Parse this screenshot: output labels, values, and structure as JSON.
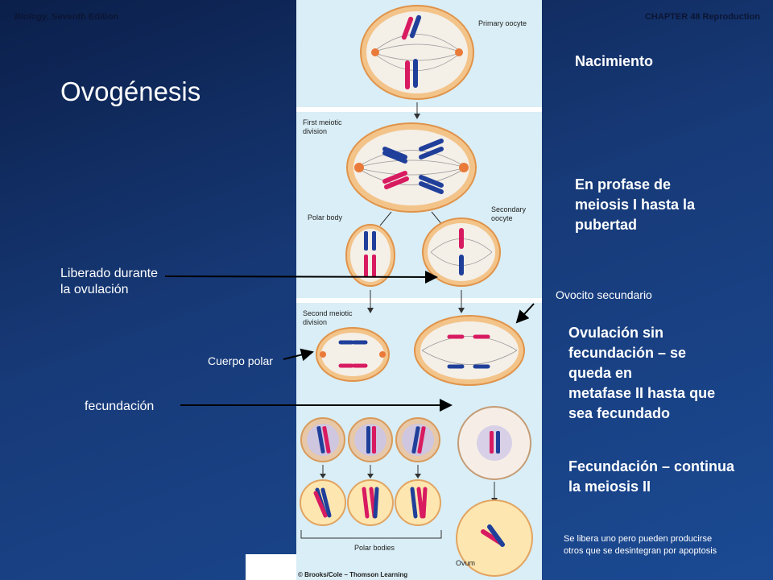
{
  "header": {
    "book_title": "Biology,",
    "edition": " Seventh Edition",
    "chapter": "CHAPTER 48 Reproduction"
  },
  "slide_title": "Ovogénesis",
  "right_notes": {
    "birth": "Nacimiento",
    "prophase_1": "En profase de",
    "prophase_2": "meiosis I hasta la",
    "prophase_3": "pubertad",
    "secondary_oocyte": "Ovocito secundario",
    "ovulation_1": "Ovulación sin",
    "ovulation_2": "fecundación – se",
    "ovulation_3": "queda en",
    "ovulation_4": "metafase II hasta que",
    "ovulation_5": "sea fecundado",
    "fert_1": "Fecundación – continua",
    "fert_2": "la meiosis II",
    "note_1": "Se libera uno pero pueden producirse",
    "note_2": "otros que se desintegran por apoptosis"
  },
  "left_notes": {
    "released_1": "Liberado durante",
    "released_2": "la ovulación",
    "polar_body": "Cuerpo polar",
    "fertilization": "fecundación"
  },
  "figure": {
    "primary_oocyte": "Primary oocyte",
    "first_division_1": "First meiotic",
    "first_division_2": "division",
    "polar_body": "Polar body",
    "secondary_oocyte_1": "Secondary",
    "secondary_oocyte_2": "oocyte",
    "second_division_1": "Second meiotic",
    "second_division_2": "division",
    "polar_bodies": "Polar bodies",
    "ovum": "Ovum",
    "credit": "© Brooks/Cole – Thomson Learning"
  },
  "colors": {
    "background": "#173a78",
    "panel": "#d9eef6",
    "chromosome_red": "#d81b60",
    "chromosome_blue": "#1f3f9a",
    "cell_fill": "#f7e6c9",
    "cell_border": "#e9a55a"
  }
}
